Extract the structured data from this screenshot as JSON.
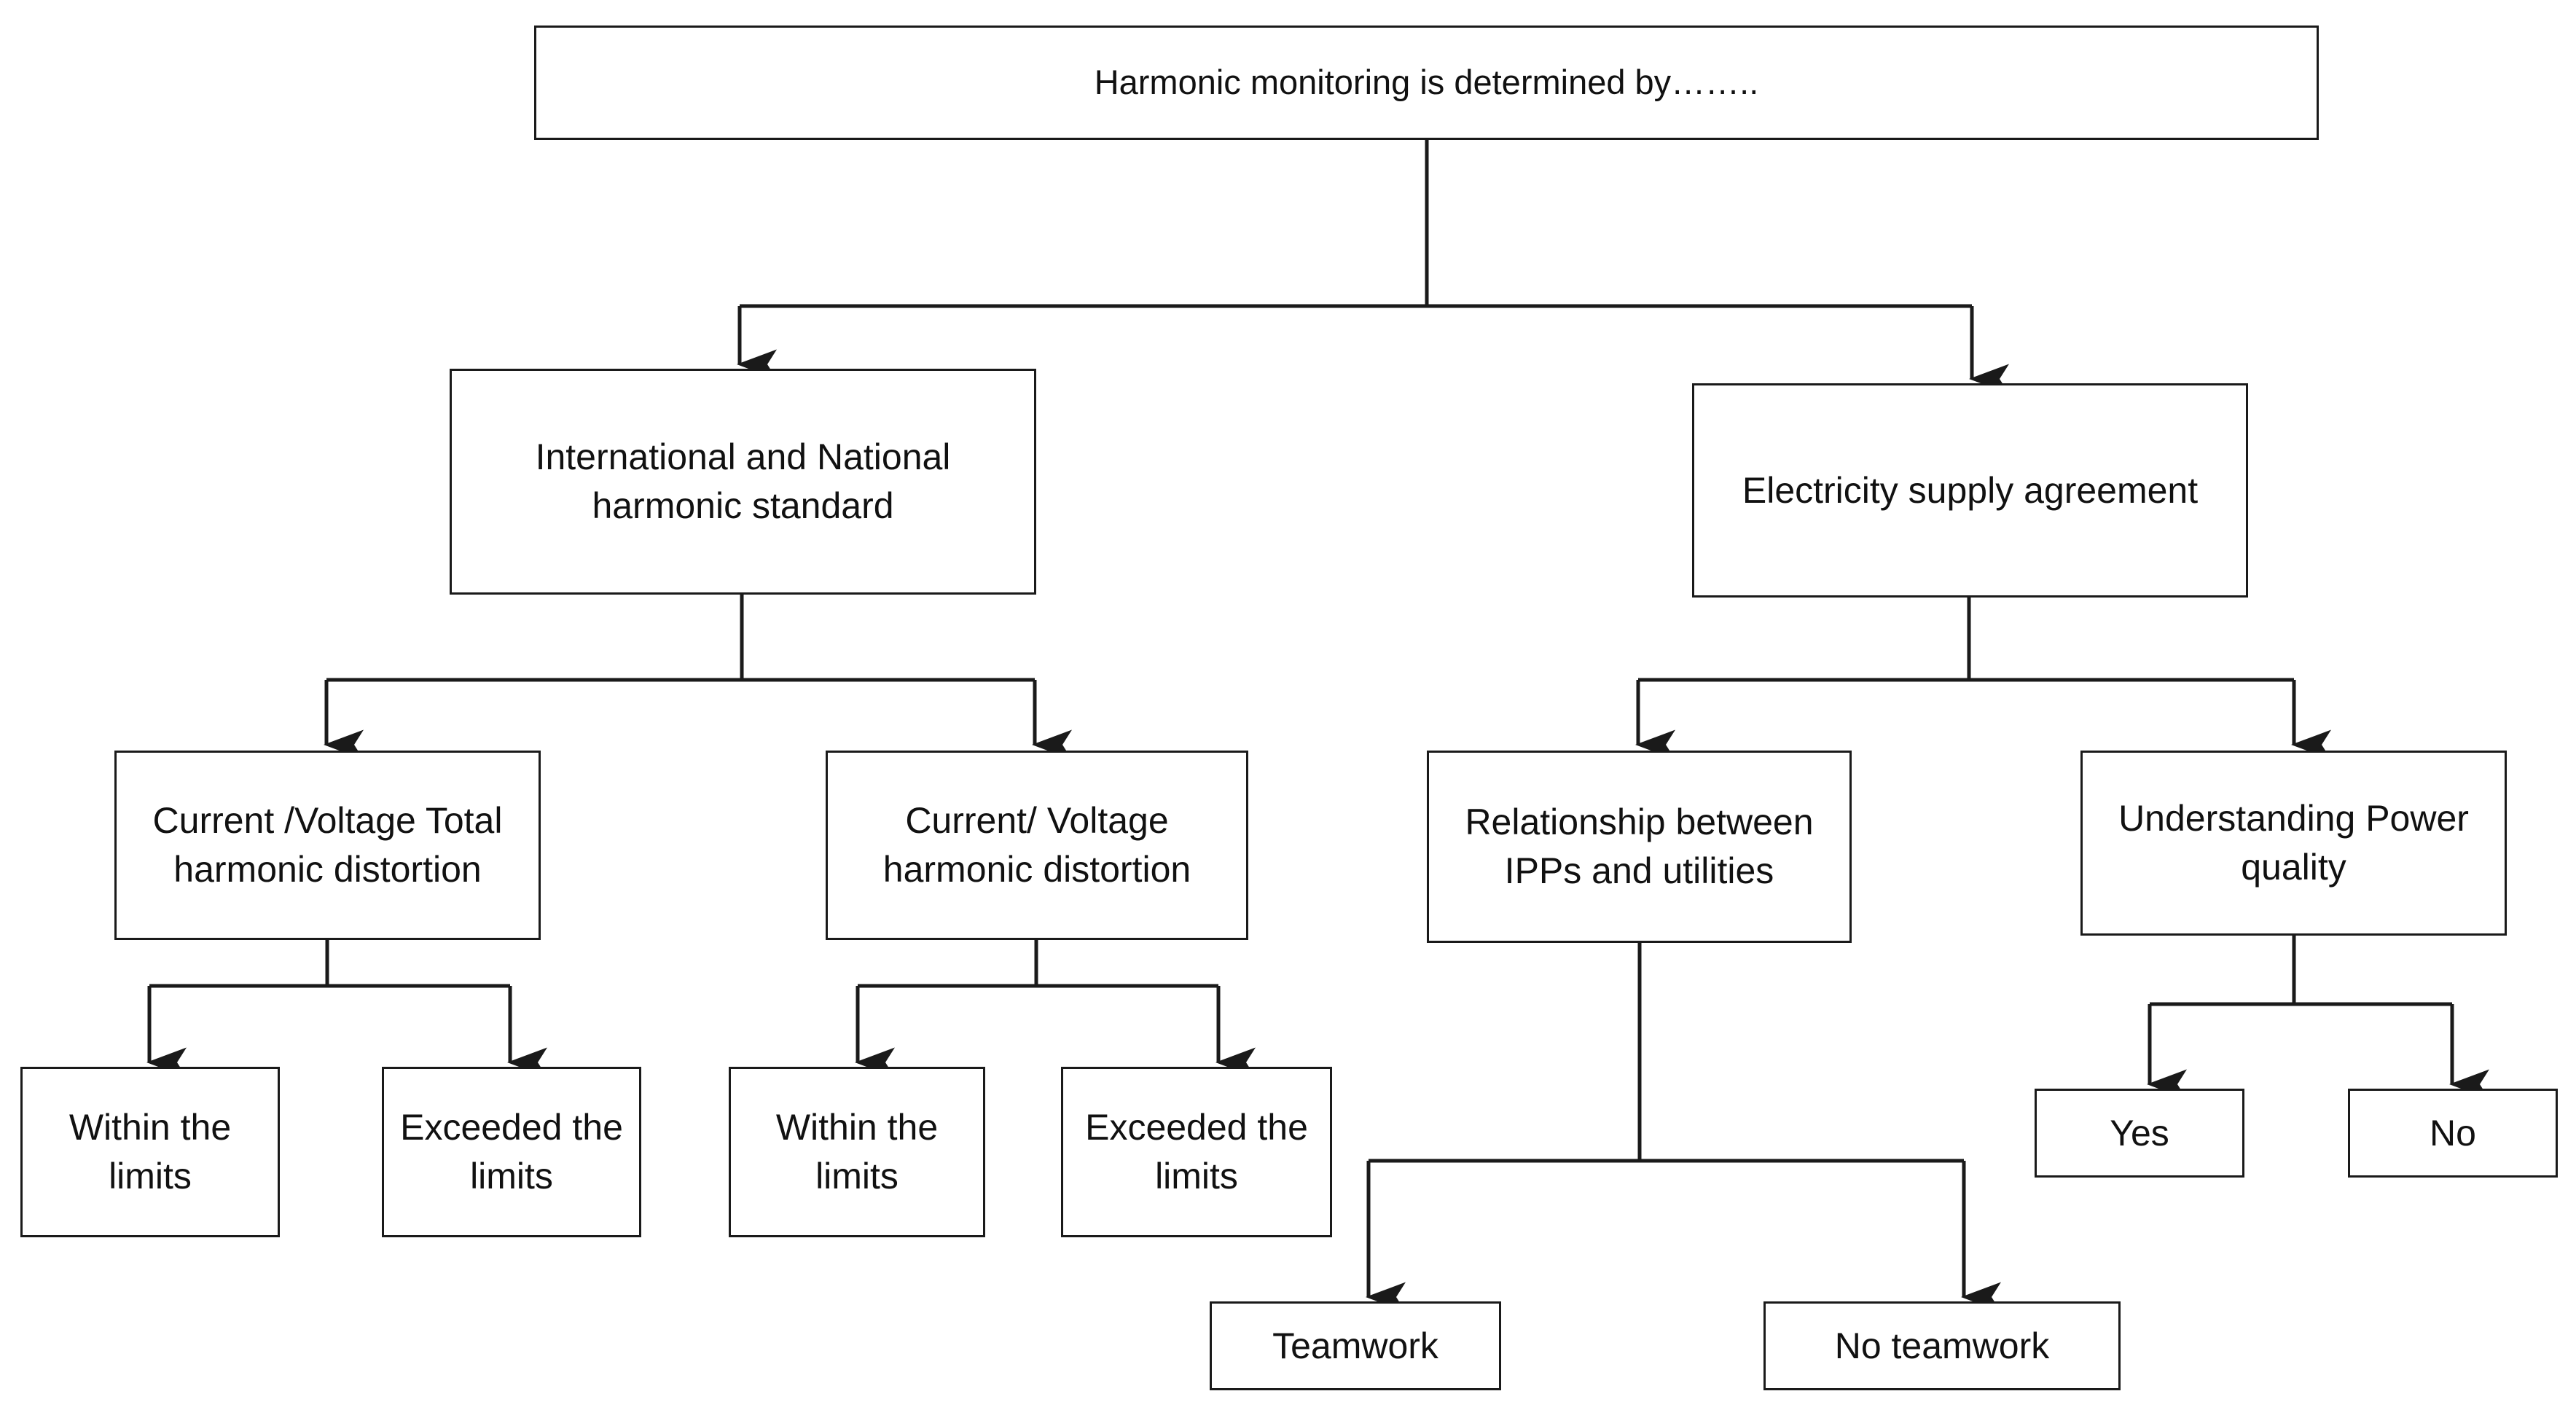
{
  "diagram": {
    "type": "flowchart",
    "orientation": "top-down-tree",
    "title": "Harmonic monitoring is determined by……..",
    "colors": {
      "background": "#ffffff",
      "box_border": "#1a1a1a",
      "box_fill": "#ffffff",
      "connector": "#1a1a1a",
      "text": "#111111"
    },
    "nodes": {
      "root": {
        "id": "root",
        "label": "Harmonic monitoring is determined by……..",
        "level": 0
      },
      "branch_left": {
        "id": "branch-left",
        "label": "International and National\nharmonic standard",
        "level": 1
      },
      "branch_right": {
        "id": "branch-right",
        "label": "Electricity supply agreement",
        "level": 1
      },
      "criterion_1": {
        "id": "criterion-1",
        "label": "Current /Voltage Total\nharmonic distortion",
        "level": 2
      },
      "criterion_2": {
        "id": "criterion-2",
        "label": "Current/ Voltage\nharmonic distortion",
        "level": 2
      },
      "criterion_3": {
        "id": "criterion-3",
        "label": "Relationship between\nIPPs and utilities",
        "level": 2
      },
      "criterion_4": {
        "id": "criterion-4",
        "label": "Understanding Power\nquality",
        "level": 2
      },
      "outcome_1": {
        "id": "outcome-1",
        "label": "Within the\nlimits",
        "level": 3
      },
      "outcome_2": {
        "id": "outcome-2",
        "label": "Exceeded the\nlimits",
        "level": 3
      },
      "outcome_3": {
        "id": "outcome-3",
        "label": "Within the\nlimits",
        "level": 3
      },
      "outcome_4": {
        "id": "outcome-4",
        "label": "Exceeded the\nlimits",
        "level": 3
      },
      "outcome_5": {
        "id": "outcome-5",
        "label": "Teamwork",
        "level": 3
      },
      "outcome_6": {
        "id": "outcome-6",
        "label": "No teamwork",
        "level": 3
      },
      "outcome_7": {
        "id": "outcome-7",
        "label": "Yes",
        "level": 3
      },
      "outcome_8": {
        "id": "outcome-8",
        "label": "No",
        "level": 3
      }
    },
    "edges": [
      {
        "from": "root",
        "to": "branch_left",
        "arrow": true
      },
      {
        "from": "root",
        "to": "branch_right",
        "arrow": true
      },
      {
        "from": "branch_left",
        "to": "criterion_1",
        "arrow": true
      },
      {
        "from": "branch_left",
        "to": "criterion_2",
        "arrow": true
      },
      {
        "from": "branch_right",
        "to": "criterion_3",
        "arrow": true
      },
      {
        "from": "branch_right",
        "to": "criterion_4",
        "arrow": true
      },
      {
        "from": "criterion_1",
        "to": "outcome_1",
        "arrow": true
      },
      {
        "from": "criterion_1",
        "to": "outcome_2",
        "arrow": true
      },
      {
        "from": "criterion_2",
        "to": "outcome_3",
        "arrow": true
      },
      {
        "from": "criterion_2",
        "to": "outcome_4",
        "arrow": true
      },
      {
        "from": "criterion_3",
        "to": "outcome_5",
        "arrow": true
      },
      {
        "from": "criterion_3",
        "to": "outcome_6",
        "arrow": true
      },
      {
        "from": "criterion_4",
        "to": "outcome_7",
        "arrow": true
      },
      {
        "from": "criterion_4",
        "to": "outcome_8",
        "arrow": true
      }
    ]
  }
}
